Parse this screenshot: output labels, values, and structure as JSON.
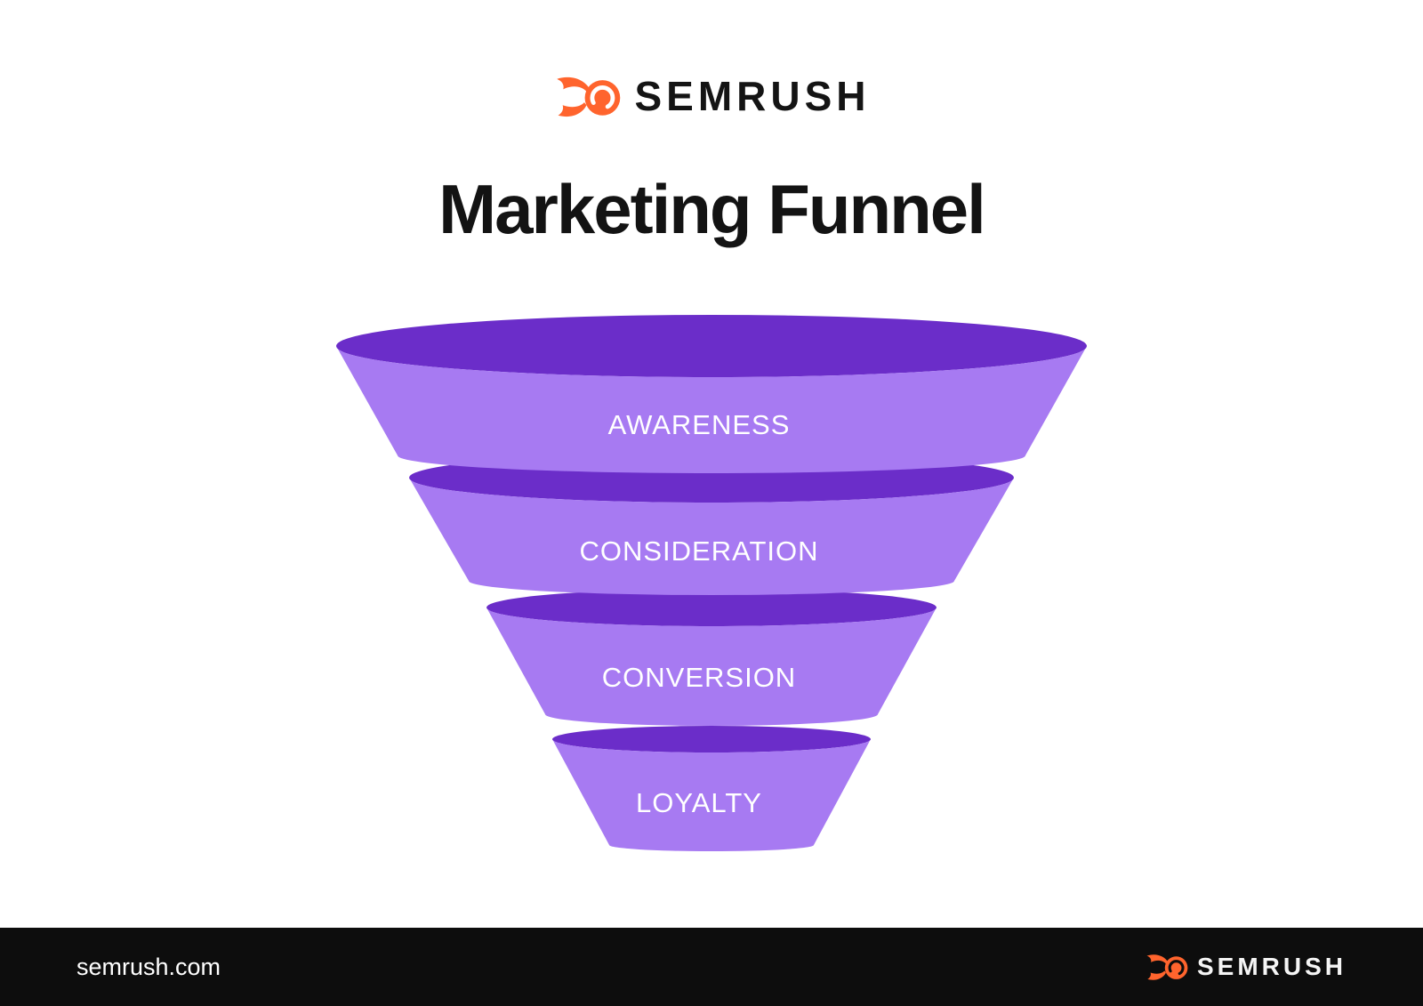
{
  "header": {
    "brand": "SEMRUSH",
    "title": "Marketing Funnel"
  },
  "funnel": {
    "stages": [
      {
        "label": "AWARENESS"
      },
      {
        "label": "CONSIDERATION"
      },
      {
        "label": "CONVERSION"
      },
      {
        "label": "LOYALTY"
      }
    ]
  },
  "footer": {
    "site": "semrush.com",
    "brand": "SEMRUSH"
  },
  "colors": {
    "brand_orange": "#FF642D",
    "funnel_light": "#A77AF2",
    "funnel_dark": "#6B2DC9",
    "footer_bg": "#0D0D0D",
    "title_text": "#131313",
    "stage_label_text": "#FFFFFF"
  },
  "chart_data": {
    "type": "funnel",
    "title": "Marketing Funnel",
    "stages": [
      "AWARENESS",
      "CONSIDERATION",
      "CONVERSION",
      "LOYALTY"
    ]
  }
}
